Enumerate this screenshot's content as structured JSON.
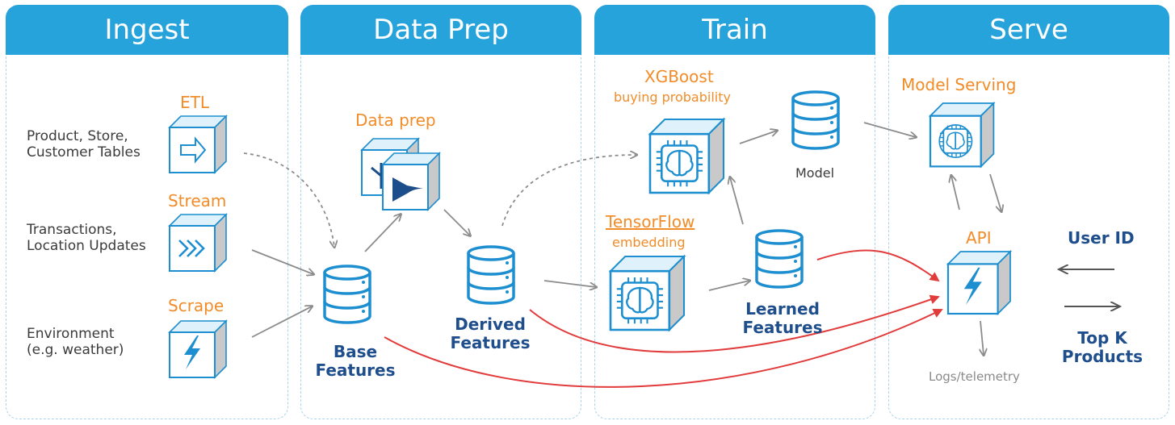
{
  "stages": [
    {
      "label": "Ingest"
    },
    {
      "label": "Data Prep"
    },
    {
      "label": "Train"
    },
    {
      "label": "Serve"
    }
  ],
  "ingest": {
    "sources": [
      "Product, Store,",
      "Customer Tables",
      "Transactions,",
      "Location Updates",
      "Environment",
      "(e.g. weather)"
    ],
    "etl": "ETL",
    "stream": "Stream",
    "scrape": "Scrape"
  },
  "prep": {
    "data_prep": "Data prep",
    "base_features": [
      "Base",
      "Features"
    ],
    "derived_features": [
      "Derived",
      "Features"
    ]
  },
  "train": {
    "xgboost": "XGBoost",
    "xgboost_sub": "buying probability",
    "model": "Model",
    "tensorflow": "TensorFlow",
    "tensorflow_sub": "embedding",
    "learned_features": [
      "Learned",
      "Features"
    ]
  },
  "serve": {
    "model_serving": "Model Serving",
    "api": "API",
    "user_id": "User ID",
    "top_k": [
      "Top K",
      "Products"
    ],
    "logs": "Logs/telemetry"
  },
  "colors": {
    "header": "#27a3dc",
    "label_orange": "#f28c28",
    "label_blue": "#1f4e8c",
    "icon_blue": "#1d8fd0",
    "arrow_grey": "#8c8c8c",
    "arrow_red": "#e23b3b"
  }
}
